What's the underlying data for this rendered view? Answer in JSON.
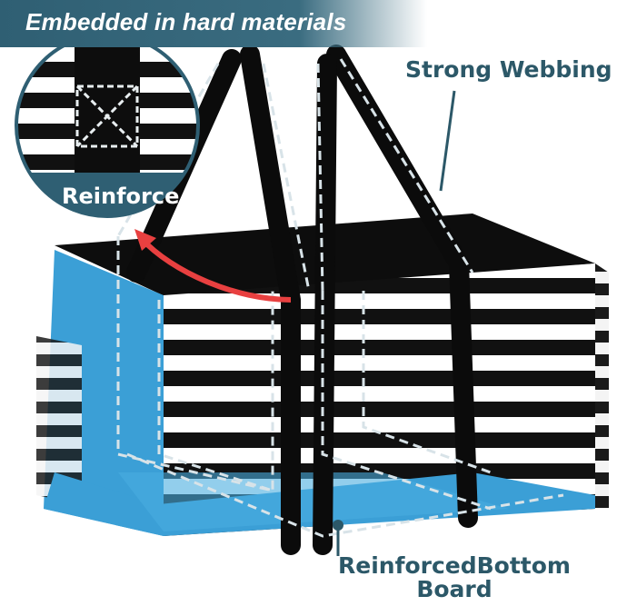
{
  "banner": {
    "text": "Embedded in hard materials"
  },
  "callouts": {
    "webbing": "Strong Webbing",
    "reinforce": "Reinforce",
    "bottom_line1": "ReinforcedBottom",
    "bottom_line2": "Board"
  },
  "colors": {
    "banner": "#2f5f73",
    "label": "#2c5868",
    "board_blue": "#3b9fd6",
    "stripe_black": "#111111",
    "arrow_red": "#e84040"
  }
}
